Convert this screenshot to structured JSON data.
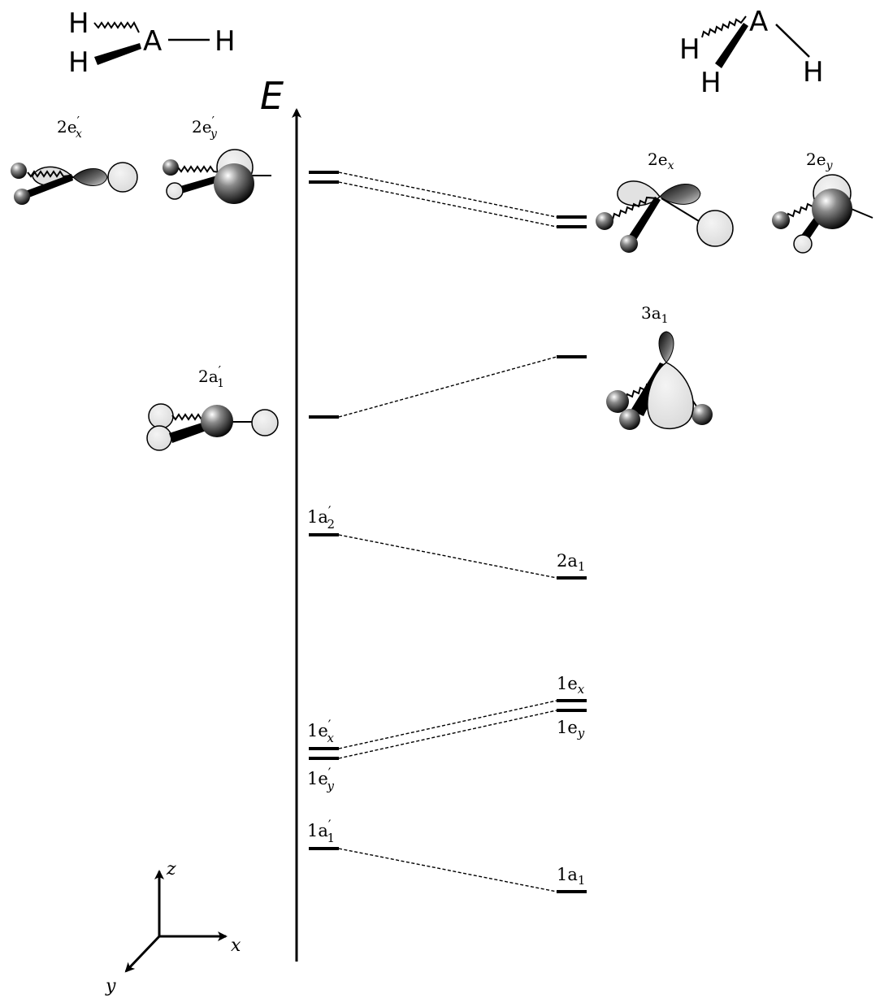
{
  "molecule_left": {
    "center": "A",
    "h1": "H",
    "h2": "H",
    "h3": "H"
  },
  "molecule_right": {
    "center": "A",
    "h1": "H",
    "h2": "H",
    "h3": "H"
  },
  "energy_axis": {
    "label": "E"
  },
  "coord_axes": {
    "x": "x",
    "y": "y",
    "z": "z"
  },
  "left_levels": [
    {
      "name": "1a'1",
      "label": {
        "base": "1a",
        "sup": "′",
        "sub": "1"
      }
    },
    {
      "name": "1e'x",
      "label": {
        "base": "1e",
        "sup": "′",
        "sub": "x"
      }
    },
    {
      "name": "1e'y",
      "label": {
        "base": "1e",
        "sup": "′",
        "sub": "y"
      }
    },
    {
      "name": "1a'2",
      "label": {
        "base": "1a",
        "sup": "′",
        "sub": "2"
      }
    },
    {
      "name": "2a'1"
    },
    {
      "name": "2e'x"
    },
    {
      "name": "2e'y"
    }
  ],
  "right_levels": [
    {
      "name": "1a1",
      "label": {
        "base": "1a",
        "sub": "1"
      }
    },
    {
      "name": "1ex",
      "label": {
        "base": "1e",
        "sub": "x"
      }
    },
    {
      "name": "1ey",
      "label": {
        "base": "1e",
        "sub": "y"
      }
    },
    {
      "name": "2a1",
      "label": {
        "base": "2a",
        "sub": "1"
      }
    },
    {
      "name": "3a1"
    },
    {
      "name": "2ex"
    },
    {
      "name": "2ey"
    }
  ],
  "orbital_labels": {
    "2e'x": {
      "base": "2e",
      "sup": "′",
      "sub": "x"
    },
    "2e'y": {
      "base": "2e",
      "sup": "′",
      "sub": "y"
    },
    "2a'1": {
      "base": "2a",
      "sup": "′",
      "sub": "1"
    },
    "2ex": {
      "base": "2e",
      "sub": "x"
    },
    "2ey": {
      "base": "2e",
      "sub": "y"
    },
    "3a1": {
      "base": "3a",
      "sub": "1"
    }
  }
}
